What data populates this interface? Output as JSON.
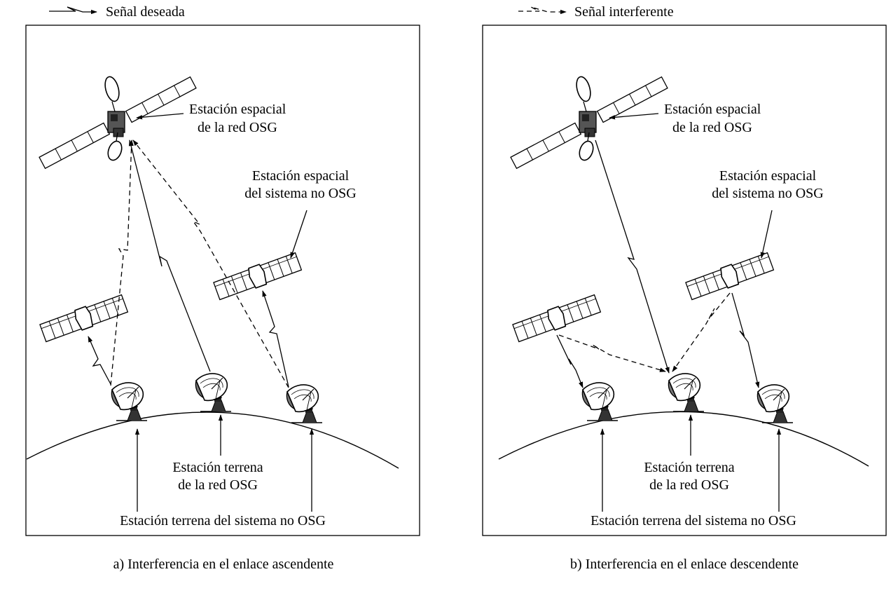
{
  "legend": {
    "desired": "Señal deseada",
    "interfering": "Señal interferente"
  },
  "panel_a": {
    "gso_space_station": [
      "Estación espacial",
      "de la red OSG"
    ],
    "ngso_space_station": [
      "Estación espacial",
      "del sistema no OSG"
    ],
    "gso_earth_station": [
      "Estación terrena",
      "de la red OSG"
    ],
    "ngso_earth_station": "Estación terrena del sistema no OSG",
    "caption": "a) Interferencia en el enlace ascendente"
  },
  "panel_b": {
    "gso_space_station": [
      "Estación espacial",
      "de la red OSG"
    ],
    "ngso_space_station": [
      "Estación espacial",
      "del sistema no OSG"
    ],
    "gso_earth_station": [
      "Estación terrena",
      "de la red OSG"
    ],
    "ngso_earth_station": "Estación terrena del sistema no OSG",
    "caption": "b) Interferencia en el enlace descendente"
  },
  "icons": {
    "satellite": "satellite-icon",
    "dish": "dish-antenna-icon"
  }
}
